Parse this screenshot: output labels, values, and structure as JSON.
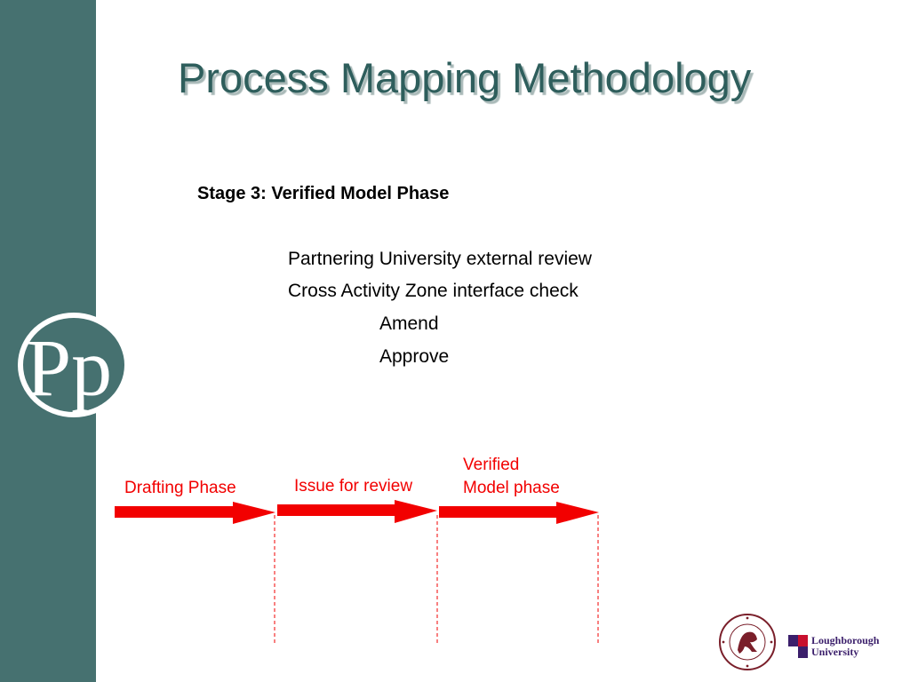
{
  "slide": {
    "title": "Process Mapping Methodology",
    "stage_heading": "Stage 3: Verified Model Phase",
    "steps": [
      "Partnering University external review",
      "Cross Activity Zone interface check",
      "Amend",
      "Approve"
    ]
  },
  "timeline": {
    "phases": [
      {
        "label": "Drafting Phase"
      },
      {
        "label": "Issue for review"
      },
      {
        "label_lines": [
          "Verified",
          "Model phase"
        ]
      }
    ],
    "arrow_color": "#f20000"
  },
  "branding": {
    "sidebar_color": "#467170",
    "logo_letters": "Pp",
    "partner_logo": [
      "Loughborough",
      "University"
    ],
    "seal_name": "salford-seal-icon"
  }
}
